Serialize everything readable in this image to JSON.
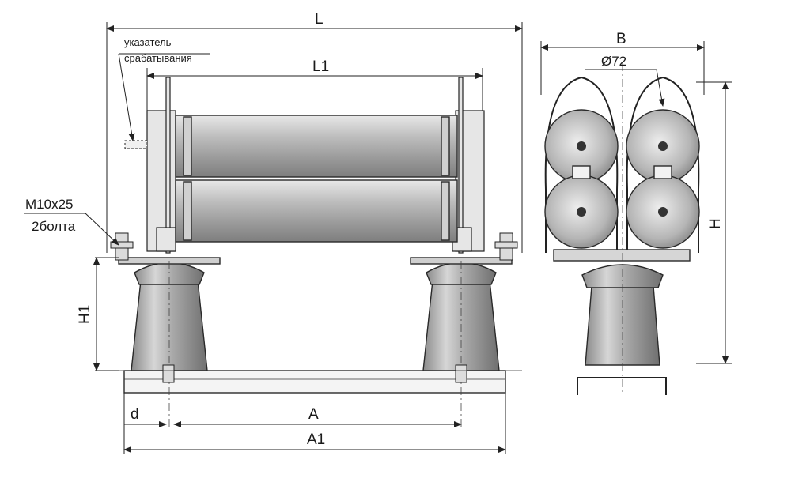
{
  "labels": {
    "L": "L",
    "L1": "L1",
    "B": "B",
    "diameter": "Ø72",
    "H": "H",
    "H1": "H1",
    "d": "d",
    "A": "A",
    "A1": "A1",
    "indicator_line1": "указатель",
    "indicator_line2": "срабатывания",
    "bolt_line1": "M10x25",
    "bolt_line2": "2болта"
  }
}
